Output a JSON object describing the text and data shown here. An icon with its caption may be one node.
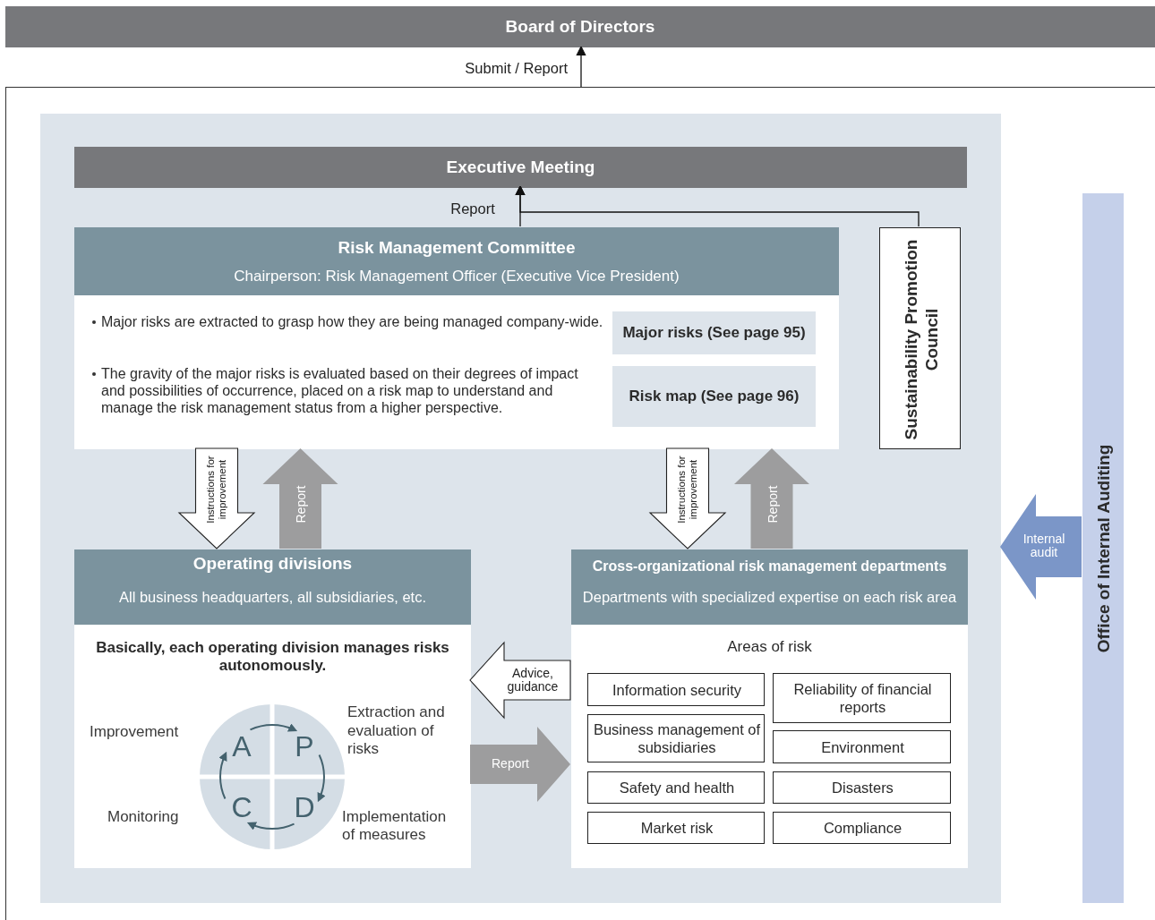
{
  "diagram": {
    "nodes": [
      {
        "text": [
          "Board of Directors"
        ]
      },
      {
        "text": [],
        "shape": "box"
      },
      {
        "text": [],
        "shape": "box",
        "in": 1
      },
      {
        "text": [
          "Executive Meeting"
        ],
        "in": 2
      },
      {
        "text": [
          "Risk Management Committee",
          "Chairperson: Risk Management Officer (Executive Vice President)",
          "Major risks are extracted to grasp how they are being managed company-wide.",
          "The gravity of the major risks is evaluated based on their degrees of impact and possibilities of occurrence, placed on a risk map to understand and manage the risk management status from a higher perspective."
        ],
        "in": 2
      },
      {
        "text": [
          "Major risks (See page 95)"
        ],
        "in": 4
      },
      {
        "text": [
          "Risk map (See page 96)"
        ],
        "in": 4
      },
      {
        "text": [
          "Sustainability Promotion Council"
        ],
        "in": 2
      },
      {
        "text": [
          "Operating divisions",
          "All business headquarters, all subsidiaries, etc.",
          "Basically, each operating division manages risks autonomously."
        ],
        "in": 2
      },
      {
        "text": [
          "A",
          "P",
          "C",
          "D"
        ],
        "in": 8,
        "beside": [
          "Improvement",
          "Extraction and evaluation of risks",
          "Monitoring",
          "Implementation of measures"
        ]
      },
      {
        "text": [
          "Cross-organizational risk management departments",
          "Departments with specialized expertise on each risk area",
          "Areas of risk"
        ],
        "in": 2
      },
      {
        "text": [
          "Information security"
        ],
        "in": 10
      },
      {
        "text": [
          "Reliability of financial reports"
        ],
        "in": 10
      },
      {
        "text": [
          "Business management of subsidiaries"
        ],
        "in": 10
      },
      {
        "text": [
          "Environment"
        ],
        "in": 10
      },
      {
        "text": [
          "Safety and health"
        ],
        "in": 10
      },
      {
        "text": [
          "Disasters"
        ],
        "in": 10
      },
      {
        "text": [
          "Market risk"
        ],
        "in": 10
      },
      {
        "text": [
          "Compliance"
        ],
        "in": 10
      },
      {
        "text": [
          "Office of Internal Auditing"
        ],
        "in": 1
      }
    ],
    "edges": [
      {
        "from": 1,
        "to": 0,
        "arrow": "to",
        "label": "Submit / Report"
      },
      {
        "from": 4,
        "to": 3,
        "arrow": "to",
        "label": "Report"
      },
      {
        "from": 7,
        "to": 3,
        "arrow": "to"
      },
      {
        "from": 4,
        "to": 8,
        "arrow": "to",
        "label": "Instructions for improvement",
        "style": "thick"
      },
      {
        "from": 8,
        "to": 4,
        "arrow": "to",
        "label": "Report",
        "style": "thick",
        "color": "#9d9d9e"
      },
      {
        "from": 4,
        "to": 10,
        "arrow": "to",
        "label": "Instructions for improvement",
        "style": "thick"
      },
      {
        "from": 10,
        "to": 4,
        "arrow": "to",
        "label": "Report",
        "style": "thick",
        "color": "#9d9d9e"
      },
      {
        "from": 10,
        "to": 8,
        "arrow": "to",
        "label": "Advice, guidance",
        "style": "thick"
      },
      {
        "from": 8,
        "to": 10,
        "arrow": "to",
        "label": "Report",
        "style": "thick",
        "color": "#9d9d9e"
      },
      {
        "from": 19,
        "to": 2,
        "arrow": "to",
        "label": "Internal audit",
        "style": "thick",
        "color": "#7b96c8"
      }
    ]
  }
}
